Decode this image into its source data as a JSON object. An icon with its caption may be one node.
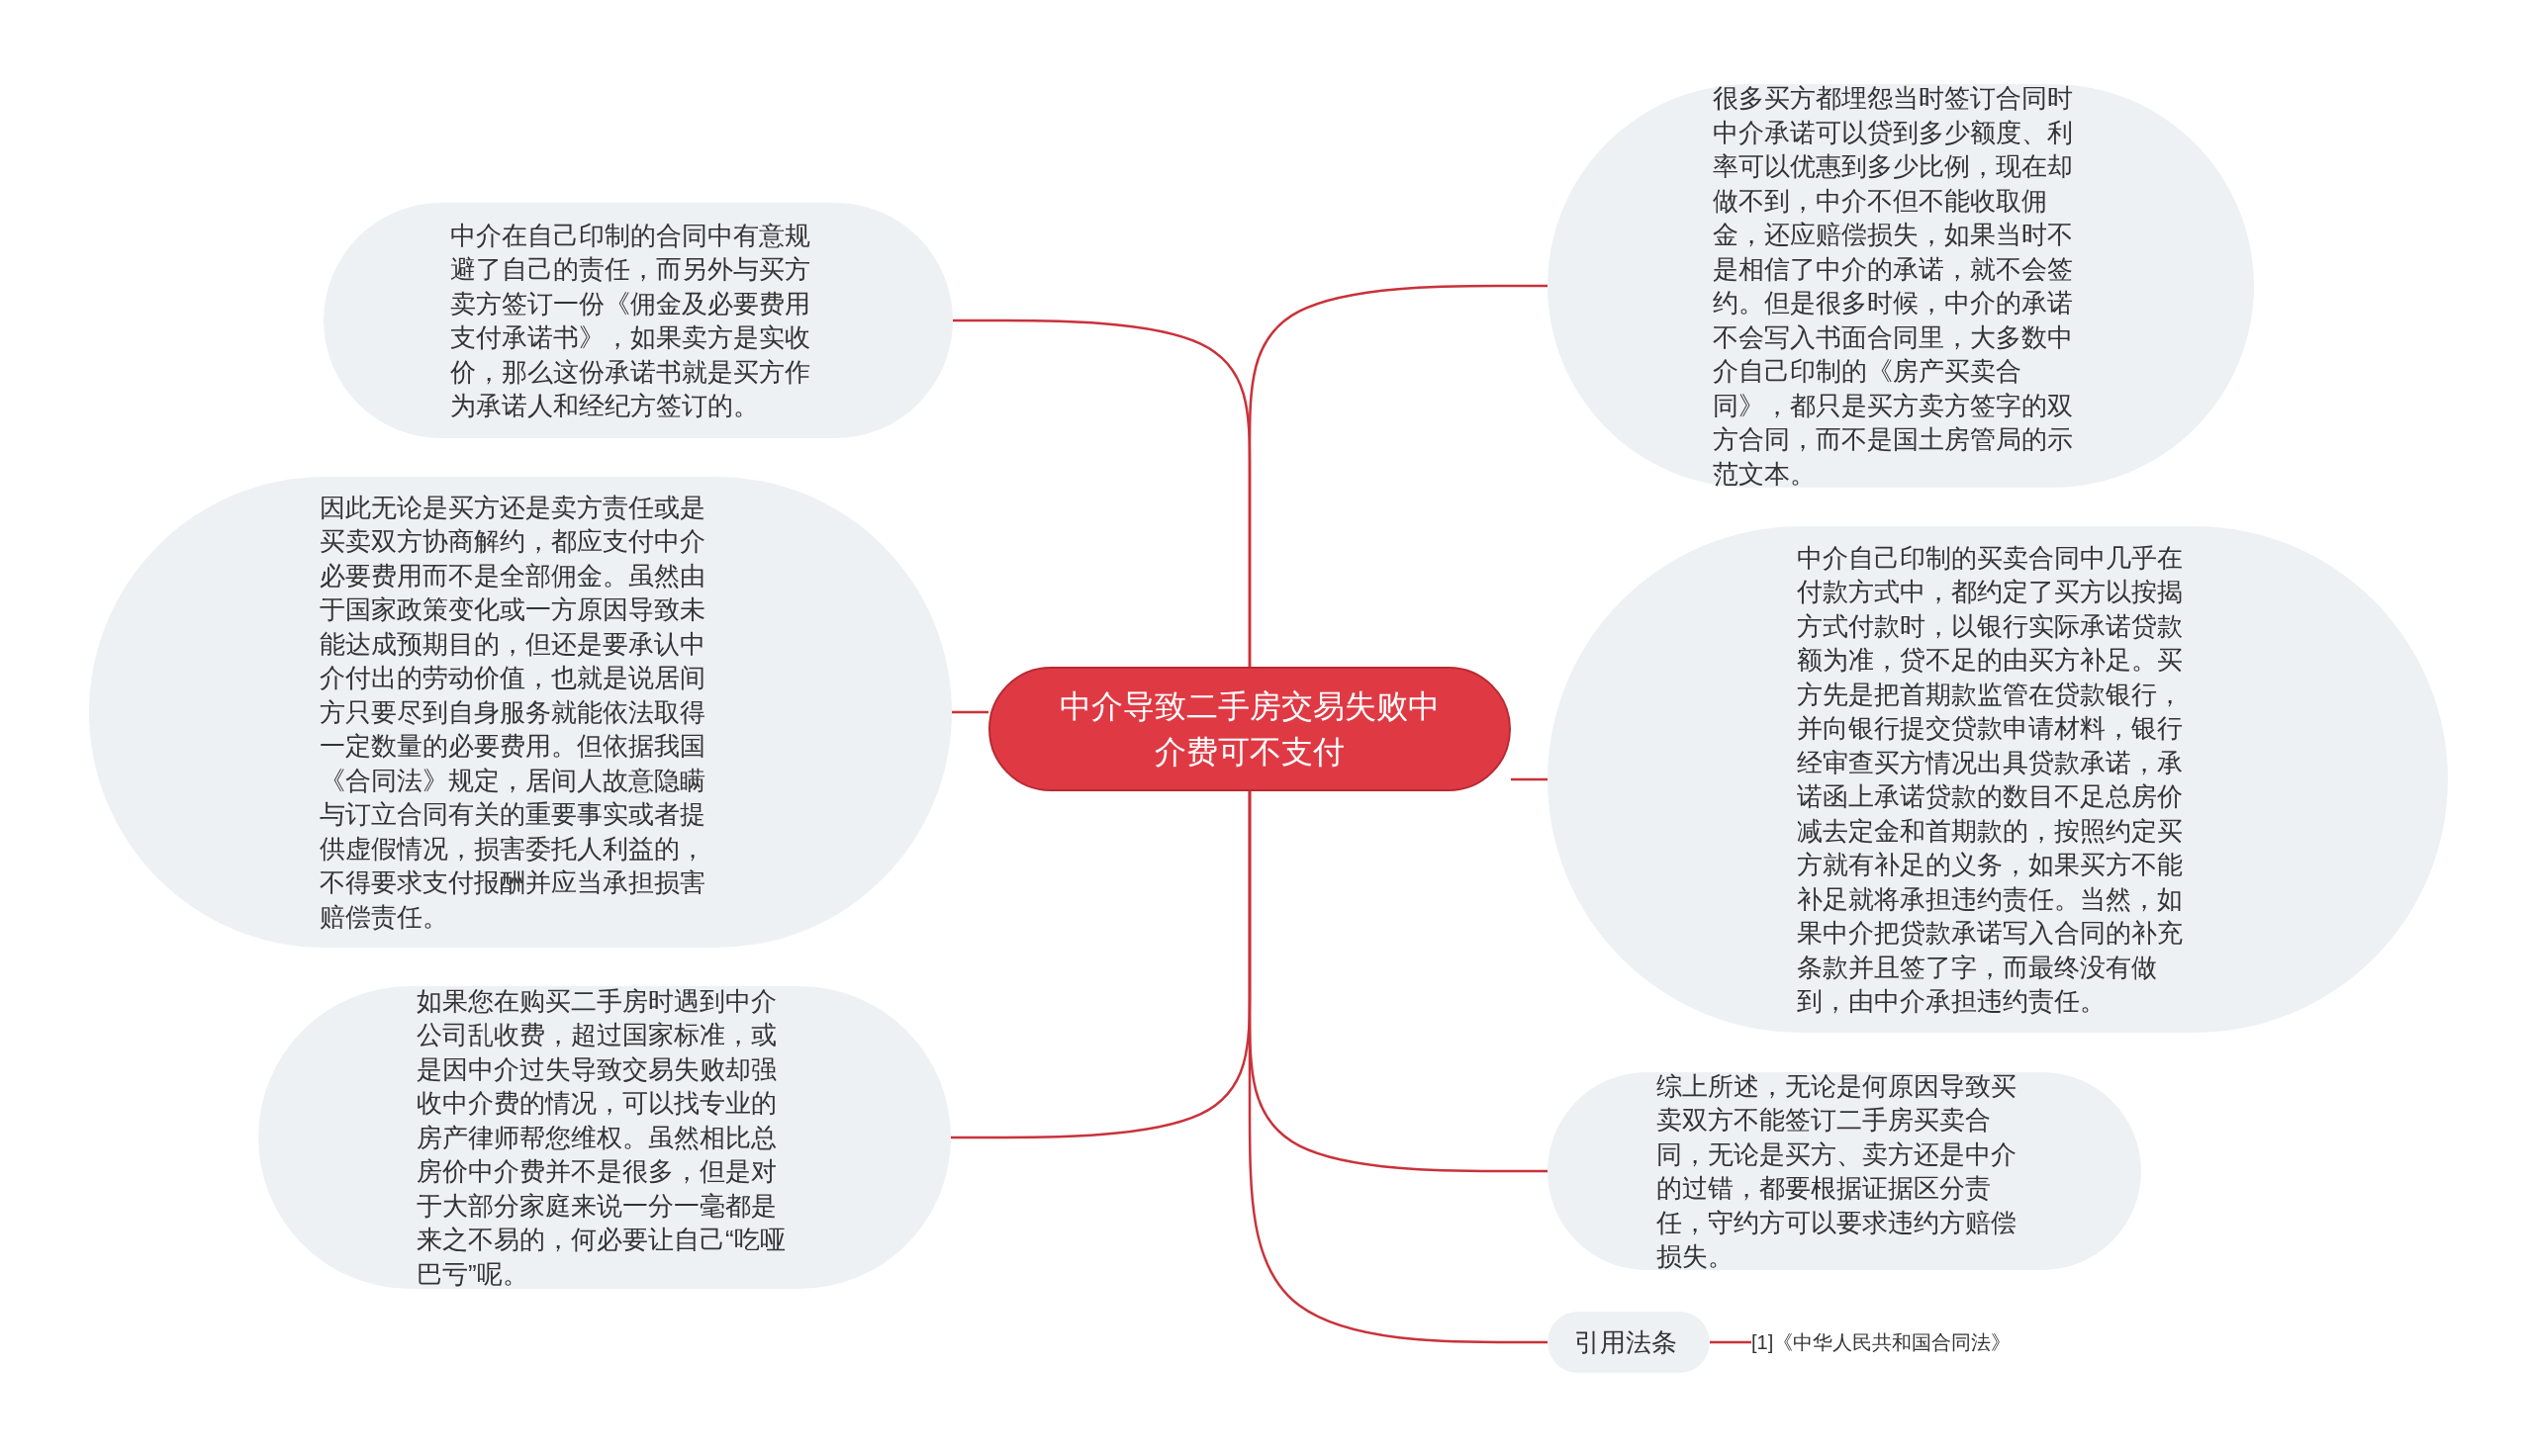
{
  "diagram": {
    "nodes": [
      {
        "text": [
          "中介导致二手房交易失败中介费可不支付"
        ]
      },
      {
        "text": [
          "中介在自己印制的合同中有意规避了自己的责任，而另外与买方卖方签订一份《佣金及必要费用支付承诺书》，如果卖方是实收价，那么这份承诺书就是买方作为承诺人和经纪方签订的。"
        ]
      },
      {
        "text": [
          "因此无论是买方还是卖方责任或是买卖双方协商解约，都应支付中介必要费用而不是全部佣金。虽然由于国家政策变化或一方原因导致未能达成预期目的，但还是要承认中介付出的劳动价值，也就是说居间方只要尽到自身服务就能依法取得一定数量的必要费用。但依据我国《合同法》规定，居间人故意隐瞒与订立合同有关的重要事实或者提供虚假情况，损害委托人利益的，不得要求支付报酬并应当承担损害赔偿责任。"
        ]
      },
      {
        "text": [
          "如果您在购买二手房时遇到中介公司乱收费，超过国家标准，或是因中介过失导致交易失败却强收中介费的情况，可以找专业的房产律师帮您维权。虽然相比总房价中介费并不是很多，但是对于大部分家庭来说一分一毫都是来之不易的，何必要让自己“吃哑巴亏”呢。"
        ]
      },
      {
        "text": [
          "很多买方都埋怨当时签订合同时中介承诺可以贷到多少额度、利率可以优惠到多少比例，现在却做不到，中介不但不能收取佣金，还应赔偿损失，如果当时不是相信了中介的承诺，就不会签约。但是很多时候，中介的承诺不会写入书面合同里，大多数中介自己印制的《房产买卖合同》，都只是买方卖方签字的双方合同，而不是国土房管局的示范文本。"
        ]
      },
      {
        "text": [
          "中介自己印制的买卖合同中几乎在付款方式中，都约定了买方以按揭方式付款时，以银行实际承诺贷款额为准，贷不足的由买方补足。买方先是把首期款监管在贷款银行，并向银行提交贷款申请材料，银行经审查买方情况出具贷款承诺，承诺函上承诺贷款的数目不足总房价减去定金和首期款的，按照约定买方就有补足的义务，如果买方不能补足就将承担违约责任。当然，如果中介把贷款承诺写入合同的补充条款并且签了字，而最终没有做到，由中介承担违约责任。"
        ]
      },
      {
        "text": [
          "综上所述，无论是何原因导致买卖双方不能签订二手房买卖合同，无论是买方、卖方还是中介的过错，都要根据证据区分责任，守约方可以要求违约方赔偿损失。"
        ]
      },
      {
        "text": [
          "引用法条"
        ]
      },
      {
        "text": [
          "[1]《中华人民共和国合同法》"
        ]
      }
    ],
    "edges": [
      {
        "from": 0,
        "to": 1,
        "arrow": "none"
      },
      {
        "from": 0,
        "to": 2,
        "arrow": "none"
      },
      {
        "from": 0,
        "to": 3,
        "arrow": "none"
      },
      {
        "from": 0,
        "to": 4,
        "arrow": "none"
      },
      {
        "from": 0,
        "to": 5,
        "arrow": "none"
      },
      {
        "from": 0,
        "to": 6,
        "arrow": "none"
      },
      {
        "from": 0,
        "to": 7,
        "arrow": "none"
      },
      {
        "from": 7,
        "to": 8,
        "arrow": "none"
      }
    ]
  }
}
